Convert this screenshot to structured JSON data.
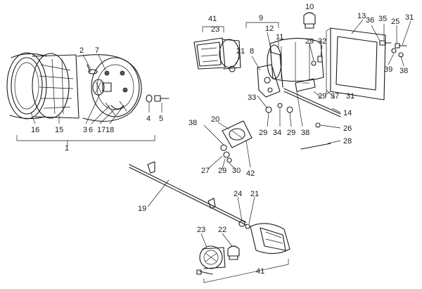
{
  "callouts": [
    {
      "id": "c1",
      "text": "1"
    },
    {
      "id": "c2",
      "text": "2"
    },
    {
      "id": "c3",
      "text": "3"
    },
    {
      "id": "c4",
      "text": "4"
    },
    {
      "id": "c5",
      "text": "5"
    },
    {
      "id": "c6",
      "text": "6"
    },
    {
      "id": "c7",
      "text": "7"
    },
    {
      "id": "c8",
      "text": "8"
    },
    {
      "id": "c9",
      "text": "9"
    },
    {
      "id": "c10",
      "text": "10"
    },
    {
      "id": "c11",
      "text": "11"
    },
    {
      "id": "c12",
      "text": "12"
    },
    {
      "id": "c13",
      "text": "13"
    },
    {
      "id": "c14",
      "text": "14"
    },
    {
      "id": "c15",
      "text": "15"
    },
    {
      "id": "c16",
      "text": "16"
    },
    {
      "id": "c17",
      "text": "17"
    },
    {
      "id": "c18",
      "text": "18"
    },
    {
      "id": "c19",
      "text": "19"
    },
    {
      "id": "c20",
      "text": "20"
    },
    {
      "id": "c21a",
      "text": "21"
    },
    {
      "id": "c21b",
      "text": "21"
    },
    {
      "id": "c22",
      "text": "22"
    },
    {
      "id": "c23a",
      "text": "23"
    },
    {
      "id": "c23b",
      "text": "23"
    },
    {
      "id": "c24",
      "text": "24"
    },
    {
      "id": "c25",
      "text": "25"
    },
    {
      "id": "c26",
      "text": "26"
    },
    {
      "id": "c27",
      "text": "27"
    },
    {
      "id": "c28",
      "text": "28"
    },
    {
      "id": "c29a",
      "text": "29"
    },
    {
      "id": "c29b",
      "text": "29"
    },
    {
      "id": "c29c",
      "text": "29"
    },
    {
      "id": "c29d",
      "text": "29"
    },
    {
      "id": "c29e",
      "text": "29"
    },
    {
      "id": "c30",
      "text": "30"
    },
    {
      "id": "c31a",
      "text": "31"
    },
    {
      "id": "c31b",
      "text": "31"
    },
    {
      "id": "c32",
      "text": "32"
    },
    {
      "id": "c33",
      "text": "33"
    },
    {
      "id": "c34",
      "text": "34"
    },
    {
      "id": "c35",
      "text": "35"
    },
    {
      "id": "c36",
      "text": "36"
    },
    {
      "id": "c37",
      "text": "37"
    },
    {
      "id": "c38a",
      "text": "38"
    },
    {
      "id": "c38b",
      "text": "38"
    },
    {
      "id": "c38c",
      "text": "38"
    },
    {
      "id": "c39",
      "text": "39"
    },
    {
      "id": "c41a",
      "text": "41"
    },
    {
      "id": "c41b",
      "text": "41"
    },
    {
      "id": "c42",
      "text": "42"
    }
  ]
}
